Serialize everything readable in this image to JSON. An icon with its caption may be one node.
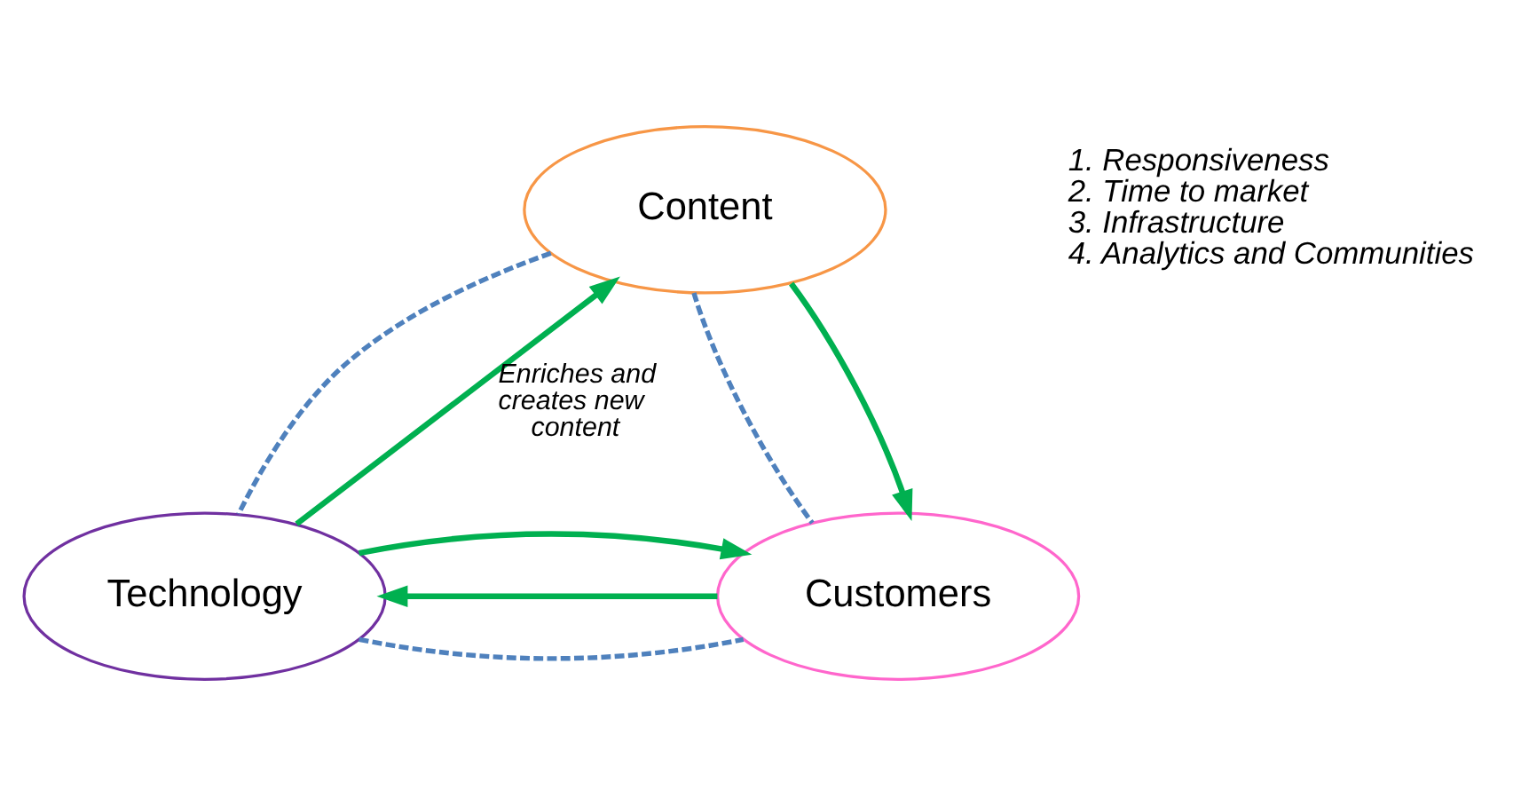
{
  "diagram": {
    "nodes": [
      {
        "text": [
          "Content"
        ]
      },
      {
        "text": [
          "Technology"
        ]
      },
      {
        "text": [
          "Customers"
        ]
      }
    ],
    "edges": [
      {
        "from": 0,
        "to": 1,
        "arrow": "none",
        "style": "dashed",
        "color": "#4f81bd"
      },
      {
        "from": 0,
        "to": 2,
        "arrow": "none",
        "style": "dashed",
        "color": "#4f81bd"
      },
      {
        "from": 1,
        "to": 2,
        "arrow": "none",
        "style": "dashed",
        "color": "#4f81bd"
      },
      {
        "from": 1,
        "to": 0,
        "arrow": "to",
        "label": "Enriches and creates new content",
        "color": "#00b050"
      },
      {
        "from": 0,
        "to": 2,
        "arrow": "to",
        "color": "#00b050"
      },
      {
        "from": 2,
        "to": 1,
        "arrow": "to",
        "color": "#00b050"
      },
      {
        "from": 1,
        "to": 2,
        "arrow": "to",
        "color": "#00b050"
      }
    ],
    "labels": [
      "1. Responsiveness",
      "2. Time to market",
      "3. Infrastructure",
      "4. Analytics and Communities"
    ]
  }
}
